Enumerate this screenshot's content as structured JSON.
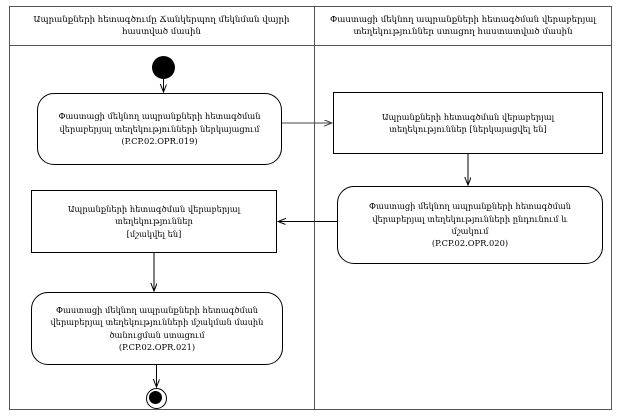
{
  "diagram": {
    "title": "UML activity diagram with two swimlanes",
    "background": "#ffffff",
    "line_color": "#000000",
    "frame_color": "#555555"
  },
  "lanes": [
    {
      "id": "lane-left",
      "header": "Ապրանքների հետագծումը Ճանկերպող  մեկնման վայրի\nհաստված մասին"
    },
    {
      "id": "lane-right",
      "header": "Փաստացի մեկնող ապրանքների հետագծման վերաբերյալ\nտեղեկություններ ստացող հաստատված մասին"
    }
  ],
  "nodes": {
    "initial": {
      "name": "initial-node",
      "label": ""
    },
    "submit": {
      "kind": "activity",
      "lane": "lane-left",
      "text": "Փաստացի մեկնող ապրանքների հետագծման\nվերաբերյալ տեղեկությունների ներկայացում\n(P.CP.02.OPR.019)"
    },
    "info_sent": {
      "kind": "object",
      "lane": "lane-right",
      "text": "Ապրանքների հետագծման վերաբերյալ\nտեղեկություններ [ներկայացվել են]"
    },
    "process": {
      "kind": "activity",
      "lane": "lane-right",
      "text": "Փաստացի մեկնող ապրանքների հետագծման\nվերաբերյալ տեղեկությունների ընդունում և\nմշակում\n(P.CP.02.OPR.020)"
    },
    "info_processed": {
      "kind": "object",
      "lane": "lane-left",
      "text": "Ապրանքների հետագծման վերաբերյալ\nտեղեկություններ\n[մշակվել են]"
    },
    "notify": {
      "kind": "activity",
      "lane": "lane-left",
      "text": "Փաստացի մեկնող ապրանքների հետագծման\nվերաբերյալ տեղեկությունների մշակման մասին\nծանուցման ստացում\n(P.CP.02.OPR.021)"
    },
    "final": {
      "name": "final-node",
      "label": ""
    }
  },
  "edges": [
    {
      "from": "initial",
      "to": "submit",
      "direction": "down"
    },
    {
      "from": "submit",
      "to": "info_sent",
      "direction": "right"
    },
    {
      "from": "info_sent",
      "to": "process",
      "direction": "down"
    },
    {
      "from": "process",
      "to": "info_processed",
      "direction": "left"
    },
    {
      "from": "info_processed",
      "to": "notify",
      "direction": "down"
    },
    {
      "from": "notify",
      "to": "final",
      "direction": "down"
    }
  ]
}
